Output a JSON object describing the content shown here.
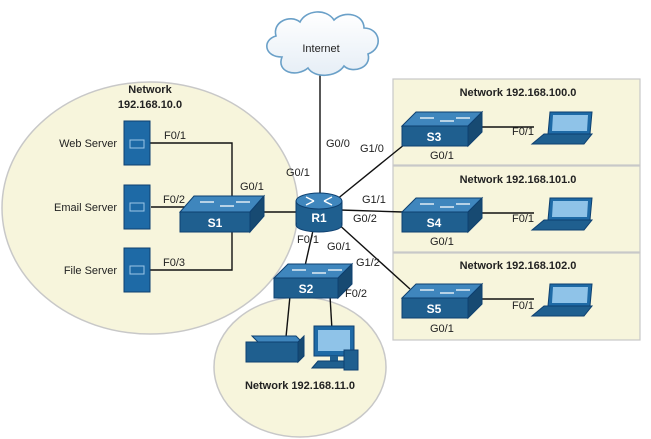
{
  "internet": {
    "label": "Internet"
  },
  "networks": {
    "n10": {
      "title_line1": "Network",
      "title_line2": "192.168.10.0"
    },
    "n11": {
      "title": "Network 192.168.11.0"
    },
    "n100": {
      "title": "Network 192.168.100.0"
    },
    "n101": {
      "title": "Network 192.168.101.0"
    },
    "n102": {
      "title": "Network 192.168.102.0"
    }
  },
  "servers": {
    "web": "Web Server",
    "email": "Email Server",
    "file": "File Server"
  },
  "devices": {
    "r1": "R1",
    "s1": "S1",
    "s2": "S2",
    "s3": "S3",
    "s4": "S4",
    "s5": "S5"
  },
  "ports": {
    "s1_web": "F0/1",
    "s1_email": "F0/2",
    "s1_file": "F0/3",
    "s1_uplink": "G0/1",
    "r1_internet": "G0/0",
    "r1_g01": "G0/1",
    "r1_g02": "G0/2",
    "r1_g10": "G1/0",
    "r1_g11": "G1/1",
    "r1_g12": "G1/2",
    "r1_f01": "F0/1",
    "s2_uplink": "G0/1",
    "s2_f02": "F0/2",
    "s3_g01": "G0/1",
    "s3_f01": "F0/1",
    "s4_g01": "G0/1",
    "s4_f01": "F0/1",
    "s5_g01": "G0/1",
    "s5_f01": "F0/1"
  },
  "colors": {
    "bubble": "#f7f5dc",
    "bubble_stroke": "#c8c8c8",
    "device": "#1f5f8f",
    "device_top": "#3f86bd",
    "server": "#1e6aa6",
    "link": "#111111"
  }
}
